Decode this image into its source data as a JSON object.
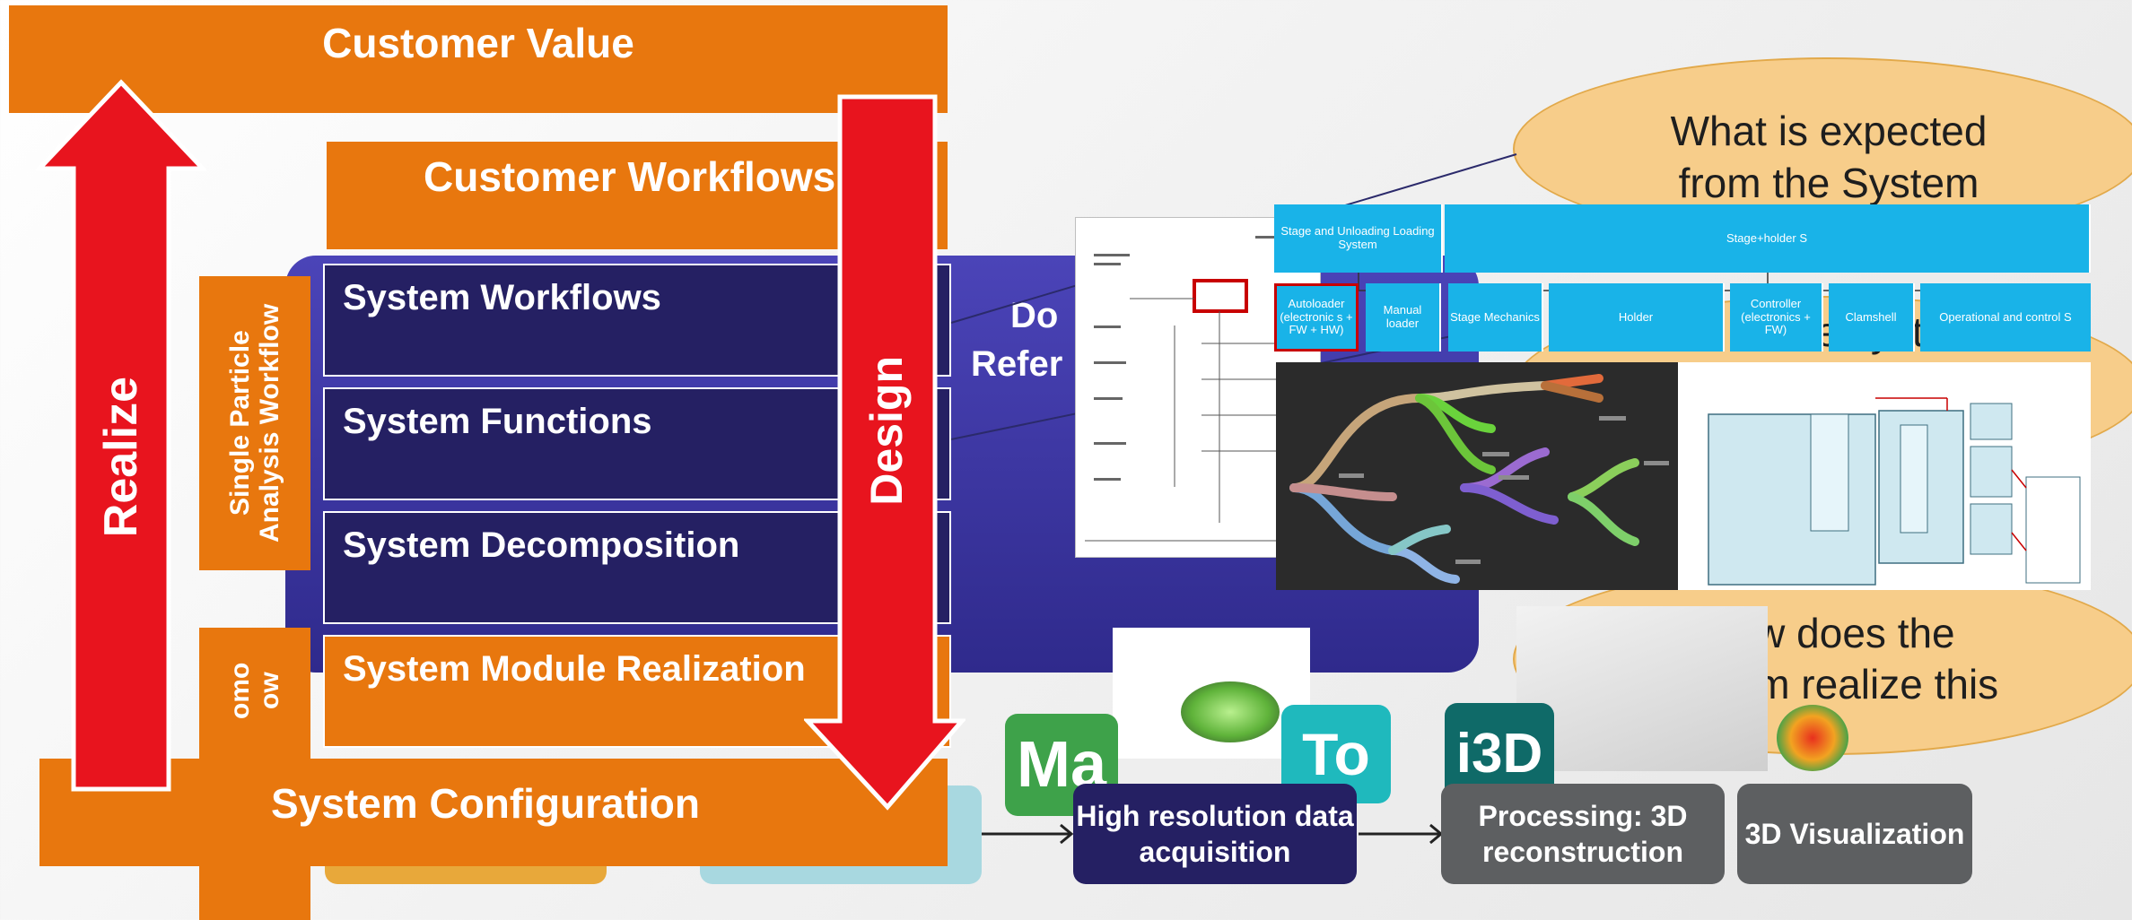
{
  "colors": {
    "orange": "#e8770e",
    "navy": "#252063",
    "purple_panel": "#3f39a9",
    "red_arrow": "#e8141e",
    "ellipse": "#f7cd8a",
    "block_cyan": "#19b3e8",
    "tile_green": "#3ea24a",
    "tile_teal": "#1fb9bd",
    "tile_dark_teal": "#0f6a68",
    "process_grey": "#5d5f61"
  },
  "header": {
    "customer_value": "Customer Value",
    "customer_workflows": "Customer Workflows"
  },
  "arrows": {
    "realize": "Realize",
    "design": "Design"
  },
  "side": {
    "single_particle": "Single Particle Analysis Workflow",
    "tomo": "omo\now"
  },
  "layers": {
    "system_workflows": "System Workflows",
    "system_functions": "System Functions",
    "system_decomposition": "System Decomposition",
    "system_module_realization": "System Module Realization",
    "system_configuration": "System Configuration"
  },
  "domain_panel": {
    "line1": "Do",
    "line2": "Refer"
  },
  "callouts": {
    "expected": "What is expected from the System",
    "what_system": "at the system",
    "how_realize": "How does the system realize this"
  },
  "block_diagram": {
    "row1": [
      {
        "label": "Stage and Unloading Loading System"
      },
      {
        "label": "Stage+holder S"
      }
    ],
    "row2": [
      {
        "label": "Autoloader (electronic s + FW + HW)"
      },
      {
        "label": "Manual loader"
      },
      {
        "label": "Stage Mechanics"
      },
      {
        "label": "Holder"
      },
      {
        "label": "Controller (electronics + FW)"
      },
      {
        "label": "Clamshell"
      },
      {
        "label": "Operational and control S"
      }
    ]
  },
  "tiles": {
    "ma": "Ma",
    "to": "To",
    "i3d": "i3D"
  },
  "process": {
    "acquisition": "High resolution data acquisition",
    "processing": "Processing: 3D reconstruction",
    "visualization": "3D Visualization"
  }
}
